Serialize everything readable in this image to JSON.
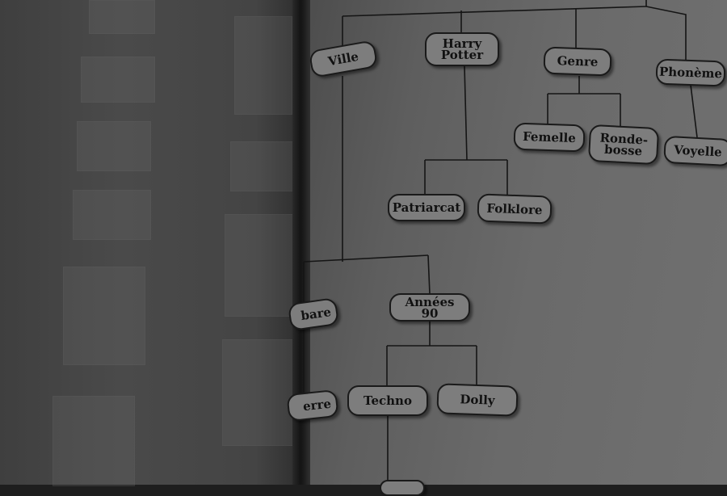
{
  "nodes": {
    "ville": "Ville",
    "harry_potter": "Harry\nPotter",
    "genre": "Genre",
    "phoneme": "Phonème",
    "femelle": "Femelle",
    "ronde_bosse": "Ronde-\nbosse",
    "voyelle": "Voyelle",
    "patriarcat": "Patriarcat",
    "folklore": "Folklore",
    "barbare_partial": "bare",
    "annees_90": "Années 90",
    "erre_partial": "erre",
    "techno": "Techno",
    "dolly": "Dolly"
  }
}
